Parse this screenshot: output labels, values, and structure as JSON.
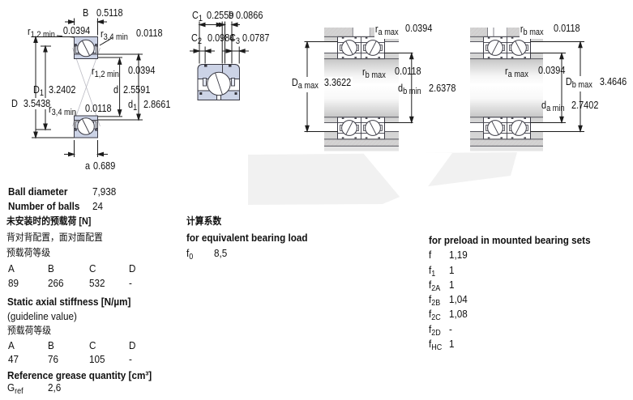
{
  "document": {
    "type": "bearing-datasheet",
    "language": "en/zh",
    "background": "#ffffff"
  },
  "colors": {
    "ring_fill": "#ccd3e6",
    "cage_fill": "#e4e8f2",
    "outline": "#3a3a44",
    "dim_line": "#1c1c1c",
    "housing_gray": "#cecece",
    "hatch_line": "#bfafaf",
    "text": "#111111"
  },
  "dims": {
    "d1_B": {
      "sym": "B",
      "sub": "",
      "val": "0.5118"
    },
    "d1_r12_top": {
      "sym": "r",
      "sub": "1,2 min",
      "val": "0.0394"
    },
    "d1_r34_top": {
      "sym": "r",
      "sub": "3,4 min",
      "val": "0.0118"
    },
    "d1_r12_mid": {
      "sym": "r",
      "sub": "1,2 min",
      "val": "0.0394"
    },
    "d1_D1": {
      "sym": "D",
      "sub": "1",
      "val": "3.2402"
    },
    "d1_d": {
      "sym": "d",
      "sub": "",
      "val": "2.5591"
    },
    "d1_D": {
      "sym": "D",
      "sub": "",
      "val": "3.5438"
    },
    "d1_r34_mid": {
      "sym": "r",
      "sub": "3,4 min",
      "val": "0.0118"
    },
    "d1_d1": {
      "sym": "d",
      "sub": "1",
      "val": "2.8661"
    },
    "d1_a": {
      "sym": "a",
      "sub": "",
      "val": "0.689"
    },
    "d2_C1": {
      "sym": "C",
      "sub": "1",
      "val": "0.2559"
    },
    "d2_b": {
      "sym": "b",
      "sub": "",
      "val": "0.0866"
    },
    "d2_C2": {
      "sym": "C",
      "sub": "2",
      "val": "0.0984"
    },
    "d2_C3": {
      "sym": "C",
      "sub": "3",
      "val": "0.0787"
    },
    "d3_ra": {
      "sym": "r",
      "sub": "a max",
      "val": "0.0394"
    },
    "d3_rb": {
      "sym": "r",
      "sub": "b max",
      "val": "0.0118"
    },
    "d3_Da": {
      "sym": "D",
      "sub": "a max",
      "val": "3.3622"
    },
    "d3_db": {
      "sym": "d",
      "sub": "b min",
      "val": "2.6378"
    },
    "d4_rb": {
      "sym": "r",
      "sub": "b max",
      "val": "0.0118"
    },
    "d4_ra": {
      "sym": "r",
      "sub": "a max",
      "val": "0.0394"
    },
    "d4_Db": {
      "sym": "D",
      "sub": "b max",
      "val": "3.4646"
    },
    "d4_da": {
      "sym": "d",
      "sub": "a min",
      "val": "2.7402"
    }
  },
  "specs": {
    "ball_diameter_label": "Ball diameter",
    "ball_diameter_value": "7,938",
    "number_of_balls_label": "Number of balls",
    "number_of_balls_value": "24",
    "preload": {
      "title": "未安装时的预载荷 [N]",
      "subtitle": "背对背配置，面对面配置",
      "class_label": "预载荷等级",
      "headers": [
        "A",
        "B",
        "C",
        "D"
      ],
      "values": [
        "89",
        "266",
        "532",
        "-"
      ]
    },
    "stiffness": {
      "title": "Static axial stiffness [N/µm]",
      "subtitle": "(guideline value)",
      "class_label": "预载荷等级",
      "headers": [
        "A",
        "B",
        "C",
        "D"
      ],
      "values": [
        "47",
        "76",
        "105",
        "-"
      ]
    },
    "grease": {
      "title": "Reference grease quantity [cm³]",
      "sym": "G",
      "sub": "ref",
      "val": "2,6"
    }
  },
  "factors": {
    "title": "计算系数",
    "equivalent_heading": "for equivalent bearing load",
    "f0": {
      "sym": "f",
      "sub": "0",
      "val": "8,5"
    },
    "preload_heading": "for preload in mounted bearing sets",
    "rows": [
      {
        "sym": "f",
        "sub": "",
        "val": "1,19"
      },
      {
        "sym": "f",
        "sub": "1",
        "val": "1"
      },
      {
        "sym": "f",
        "sub": "2A",
        "val": "1"
      },
      {
        "sym": "f",
        "sub": "2B",
        "val": "1,04"
      },
      {
        "sym": "f",
        "sub": "2C",
        "val": "1,08"
      },
      {
        "sym": "f",
        "sub": "2D",
        "val": "-"
      },
      {
        "sym": "f",
        "sub": "HC",
        "val": "1"
      }
    ]
  }
}
